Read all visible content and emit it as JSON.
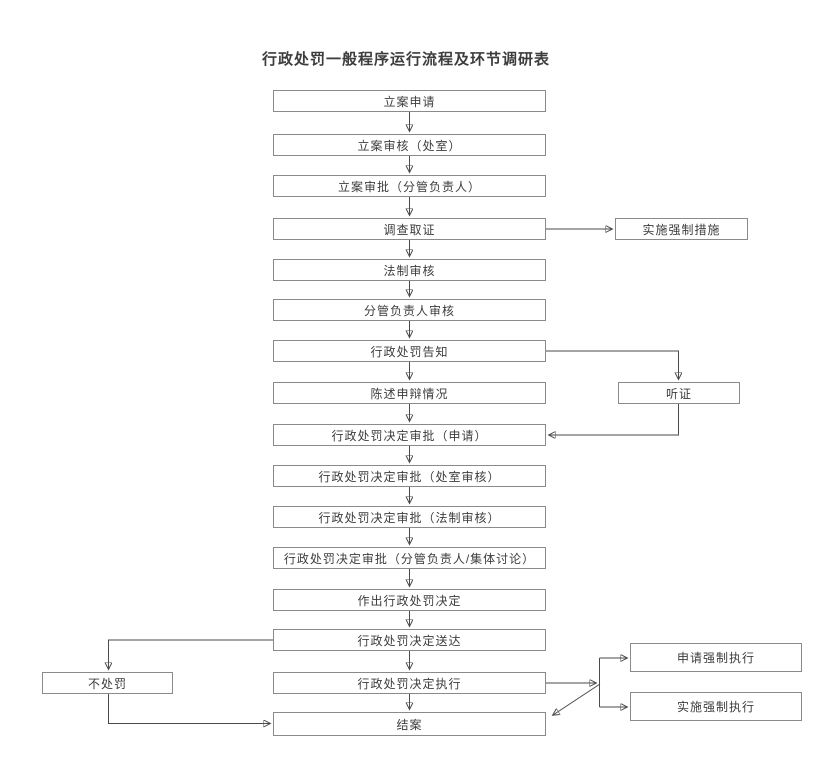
{
  "title": "行政处罚一般程序运行流程及环节调研表",
  "colors": {
    "background": "#ffffff",
    "box_border": "#8a8a8a",
    "box_fill": "#ffffff",
    "line": "#4a4a4a",
    "text": "#3d3d3d"
  },
  "nodes": {
    "case_filing_request": {
      "label": "立案申请"
    },
    "case_filing_review": {
      "label": "立案审核（处室）"
    },
    "case_filing_approval": {
      "label": "立案审批（分管负责人）"
    },
    "investigation_evidence": {
      "label": "调查取证"
    },
    "legal_review": {
      "label": "法制审核"
    },
    "leader_review": {
      "label": "分管负责人审核"
    },
    "penalty_notification": {
      "label": "行政处罚告知"
    },
    "statement_defense": {
      "label": "陈述申辩情况"
    },
    "decision_approval_application": {
      "label": "行政处罚决定审批（申请）"
    },
    "decision_approval_department": {
      "label": "行政处罚决定审批（处室审核）"
    },
    "decision_approval_legal": {
      "label": "行政处罚决定审批（法制审核）"
    },
    "decision_approval_leader": {
      "label": "行政处罚决定审批（分管负责人/集体讨论）"
    },
    "make_penalty_decision": {
      "label": "作出行政处罚决定"
    },
    "decision_delivery": {
      "label": "行政处罚决定送达"
    },
    "decision_execution": {
      "label": "行政处罚决定执行"
    },
    "case_closed": {
      "label": "结案"
    },
    "compulsory_measures": {
      "label": "实施强制措施"
    },
    "hearing": {
      "label": "听证"
    },
    "no_penalty": {
      "label": "不处罚"
    },
    "apply_compulsory_execution": {
      "label": "申请强制执行"
    },
    "implement_compulsory_execution": {
      "label": "实施强制执行"
    }
  },
  "edges": [
    {
      "from": "case_filing_request",
      "to": "case_filing_review"
    },
    {
      "from": "case_filing_review",
      "to": "case_filing_approval"
    },
    {
      "from": "case_filing_approval",
      "to": "investigation_evidence"
    },
    {
      "from": "investigation_evidence",
      "to": "legal_review"
    },
    {
      "from": "investigation_evidence",
      "to": "compulsory_measures"
    },
    {
      "from": "legal_review",
      "to": "leader_review"
    },
    {
      "from": "leader_review",
      "to": "penalty_notification"
    },
    {
      "from": "penalty_notification",
      "to": "statement_defense"
    },
    {
      "from": "penalty_notification",
      "to": "hearing"
    },
    {
      "from": "hearing",
      "to": "decision_approval_application"
    },
    {
      "from": "statement_defense",
      "to": "decision_approval_application"
    },
    {
      "from": "decision_approval_application",
      "to": "decision_approval_department"
    },
    {
      "from": "decision_approval_department",
      "to": "decision_approval_legal"
    },
    {
      "from": "decision_approval_legal",
      "to": "decision_approval_leader"
    },
    {
      "from": "decision_approval_leader",
      "to": "make_penalty_decision"
    },
    {
      "from": "make_penalty_decision",
      "to": "decision_delivery"
    },
    {
      "from": "decision_delivery",
      "to": "no_penalty"
    },
    {
      "from": "decision_delivery",
      "to": "decision_execution"
    },
    {
      "from": "decision_execution",
      "to": "case_closed"
    },
    {
      "from": "decision_execution",
      "to": "apply_compulsory_execution"
    },
    {
      "from": "decision_execution",
      "to": "implement_compulsory_execution"
    },
    {
      "from": "decision_execution",
      "to": "case_closed",
      "note": "diagonal-from-branch-junction"
    },
    {
      "from": "no_penalty",
      "to": "case_closed"
    }
  ]
}
